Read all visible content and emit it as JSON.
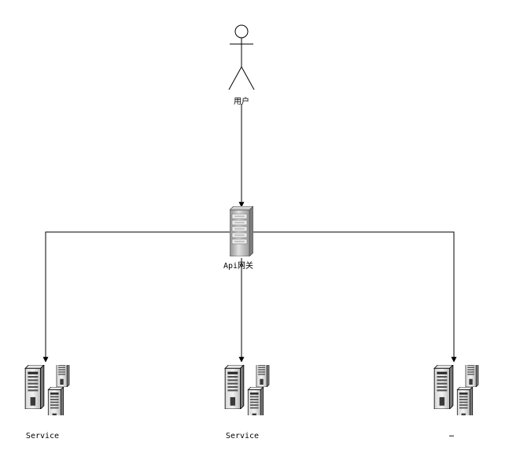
{
  "diagram": {
    "user_label": "用户",
    "gateway_label": "Api网关",
    "services": [
      {
        "label": "Service"
      },
      {
        "label": "Service"
      },
      {
        "label": "…"
      }
    ]
  }
}
